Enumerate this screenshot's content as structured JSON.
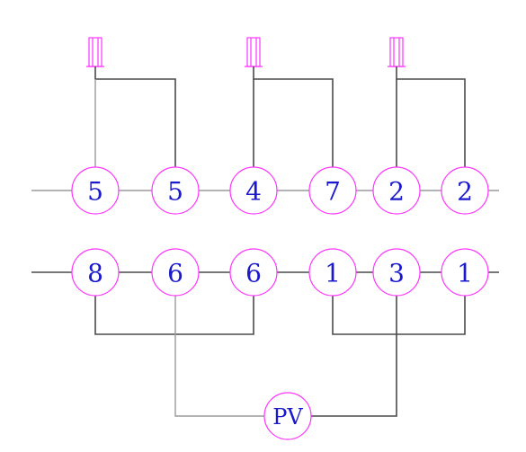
{
  "diagram": {
    "colors": {
      "node_text": "#1a1acc",
      "node_outline": "#ff33ff",
      "connector": "#ff33ff",
      "wire_light": "#9a9a9a",
      "wire_dark": "#4a4a4a"
    },
    "top_row": [
      "5",
      "5",
      "4",
      "7",
      "2",
      "2"
    ],
    "bottom_row": [
      "8",
      "6",
      "6",
      "1",
      "3",
      "1"
    ],
    "center_node": "PV"
  }
}
